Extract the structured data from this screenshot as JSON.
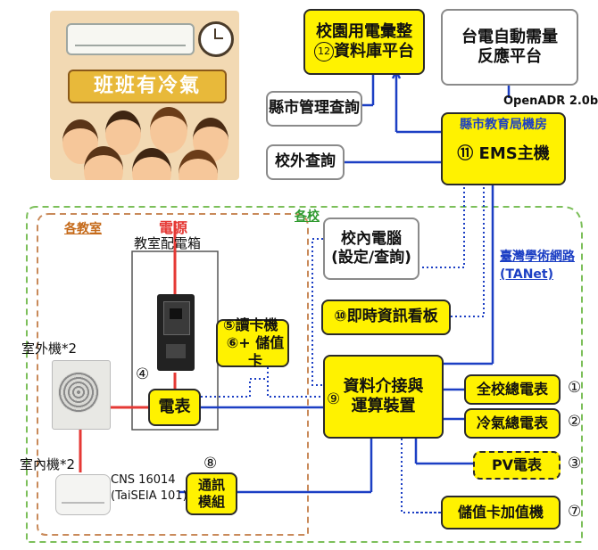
{
  "banner": {
    "title": "班班有冷氣"
  },
  "zones": {
    "each_school": "各校",
    "each_classroom": "各教室"
  },
  "power_label": "電源",
  "panel_label": "教室配電箱",
  "outdoor_unit": "室外機*2",
  "indoor_unit": "室內機*2",
  "protocol": {
    "line1": "CNS 16014",
    "line2": "(TaiSEIA 101)"
  },
  "openadr": "OpenADR 2.0b",
  "tanet": {
    "line1": "臺灣學術網路",
    "line2": "(TANet)"
  },
  "boxes": {
    "campus_db": {
      "line1": "校園用電彙整",
      "line2": "資料庫平台",
      "num": "12"
    },
    "taipower": {
      "line1": "台電自動需量",
      "line2": "反應平台"
    },
    "county_query": "縣市管理查詢",
    "offcampus_query": "校外查詢",
    "county_edu": "縣市教育局機房",
    "ems": "⑪ EMS主機",
    "campus_pc": {
      "line1": "校內電腦",
      "line2": "(設定/查詢)"
    },
    "info_board": "⑩即時資訊看板",
    "card_reader": {
      "line1": "⑤讀卡機",
      "line2": "⑥+ 儲值卡"
    },
    "meter": "電表",
    "data_device": {
      "line1": "資料介接與",
      "line2": "運算裝置",
      "num": "⑨"
    },
    "school_meter": "全校總電表",
    "ac_meter": "冷氣總電表",
    "pv_meter": "PV電表",
    "comm_module": {
      "line1": "通訊",
      "line2": "模組"
    },
    "topup": "儲值卡加值機"
  },
  "numbers": {
    "n1": "①",
    "n2": "②",
    "n3": "③",
    "n4": "④",
    "n7": "⑦",
    "n8": "⑧"
  },
  "colors": {
    "yellow": "#fff200",
    "blue_line": "#1c3fc4",
    "red_line": "#e53935",
    "green_dash": "#7cbf5a",
    "orange_dash": "#c98a5a"
  }
}
